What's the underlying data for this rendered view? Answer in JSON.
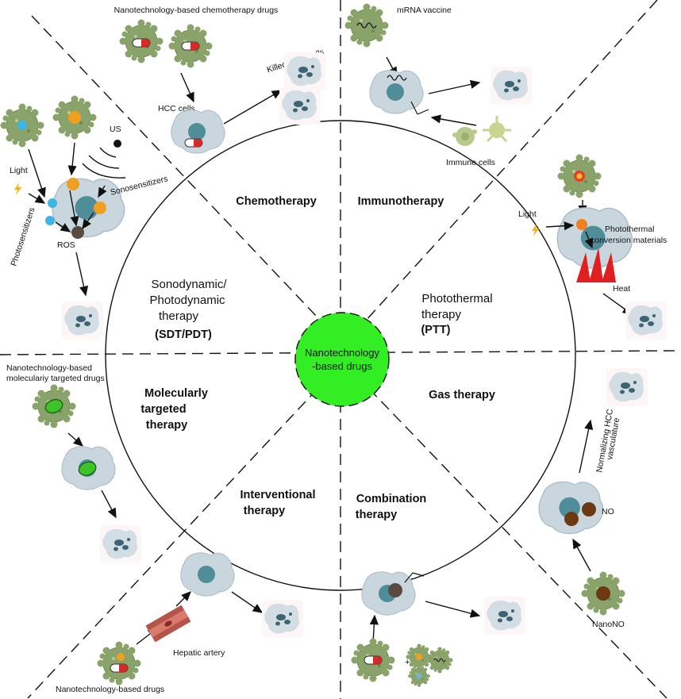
{
  "center_label": [
    "Nanotechnology",
    "-based drugs"
  ],
  "therapies": {
    "chemotherapy": [
      "Chemotherapy"
    ],
    "immunotherapy": [
      "Immunotherapy"
    ],
    "sdt_pdt": [
      "Sonodynamic/",
      "Photodynamic",
      "therapy",
      "(SDT/PDT)"
    ],
    "ptt": [
      "Photothermal",
      "therapy",
      "(PTT)"
    ],
    "molecular": [
      "Molecularly",
      "targeted",
      "therapy"
    ],
    "gas": [
      "Gas therapy"
    ],
    "interventional": [
      "Interventional",
      "therapy"
    ],
    "combination": [
      "Combination",
      "therapy"
    ]
  },
  "labels": {
    "nano_chemo": "Nanotechnology-based chemotherapy drugs",
    "killed_hcc": "Killed HCC cells",
    "hcc_cells": "HCC cells",
    "mrna": "mRNA vaccine",
    "immune_cells": "Immune cells",
    "us": "US",
    "light_left": "Light",
    "sonosensitizers": "Sonosensitizers",
    "photosensitizers": "Photosensitizers",
    "ros": "ROS",
    "light_right": "Light",
    "photothermal_1": "Photothermal",
    "photothermal_2": "conversion materials",
    "heat": "Heat",
    "molecular_1": "Nanotechnology-based",
    "molecular_2": "moleculariy targeted drugs",
    "normalizing_1": "Normalizing HCC",
    "normalizing_2": "vasculature",
    "no": "NO",
    "nanono": "NanoNO",
    "hepatic": "Hepatic artery",
    "nano_drugs": "Nanotechnology-based drugs",
    "plus": "+"
  },
  "colors": {
    "center_fill": "#33ee22",
    "nanoparticle": "#8aa36a",
    "cell": "#c9d6de",
    "nucleus": "#4f8e98",
    "heat": "#e02020",
    "capsule_red": "#d42a2a"
  }
}
